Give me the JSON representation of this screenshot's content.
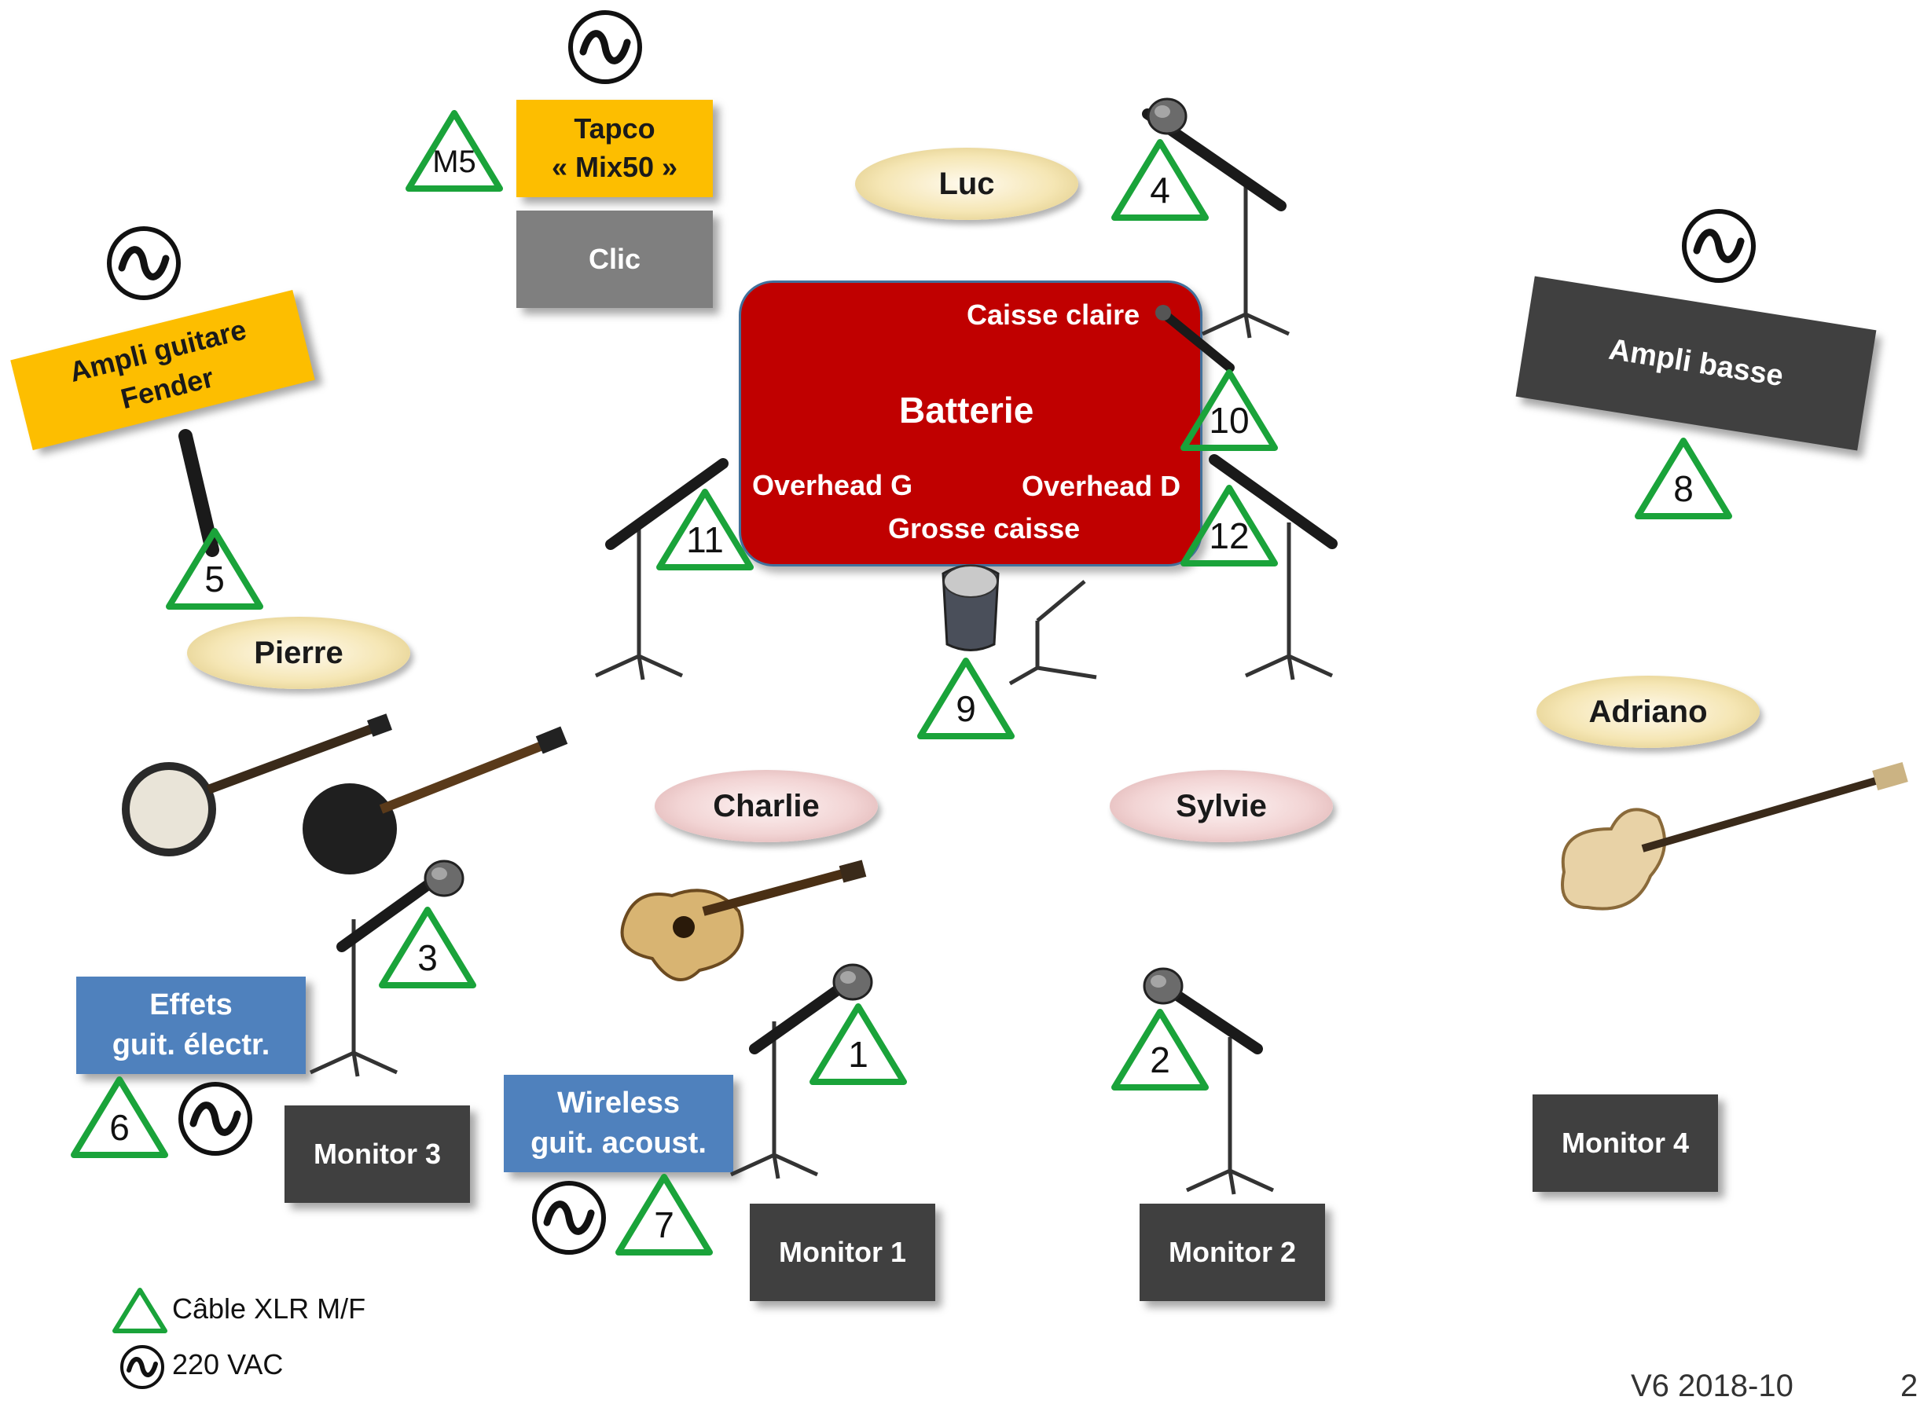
{
  "equipment": {
    "tapco": "Tapco\n« Mix50 »",
    "clic": "Clic",
    "ampli_guitare": "Ampli guitare\nFender",
    "ampli_basse": "Ampli basse",
    "effets": "Effets\nguit. électr.",
    "wireless": "Wireless\nguit. acoust.",
    "monitor1": "Monitor 1",
    "monitor2": "Monitor 2",
    "monitor3": "Monitor 3",
    "monitor4": "Monitor 4"
  },
  "drums": {
    "title": "Batterie",
    "caisse_claire": "Caisse claire",
    "overhead_g": "Overhead G",
    "overhead_d": "Overhead D",
    "grosse_caisse": "Grosse caisse"
  },
  "musicians": {
    "luc": "Luc",
    "pierre": "Pierre",
    "adriano": "Adriano",
    "charlie": "Charlie",
    "sylvie": "Sylvie"
  },
  "channels": {
    "m5": "M5",
    "c1": "1",
    "c2": "2",
    "c3": "3",
    "c4": "4",
    "c5": "5",
    "c6": "6",
    "c7": "7",
    "c8": "8",
    "c9": "9",
    "c10": "10",
    "c11": "11",
    "c12": "12"
  },
  "legend": {
    "xlr": "Câble XLR M/F",
    "power": "220 VAC"
  },
  "footer": {
    "version": "V6 2018-10",
    "page": "2"
  },
  "colors": {
    "triangle": "#1aa33a",
    "drum_red": "#c00000",
    "amp_yellow": "#fdbe00",
    "monitor_dark": "#404040",
    "effects_blue": "#4f81bd"
  },
  "icons": {
    "xlr": "triangle-icon",
    "power": "ac-power-icon",
    "mic": "microphone-icon",
    "stand": "mic-stand-icon"
  }
}
